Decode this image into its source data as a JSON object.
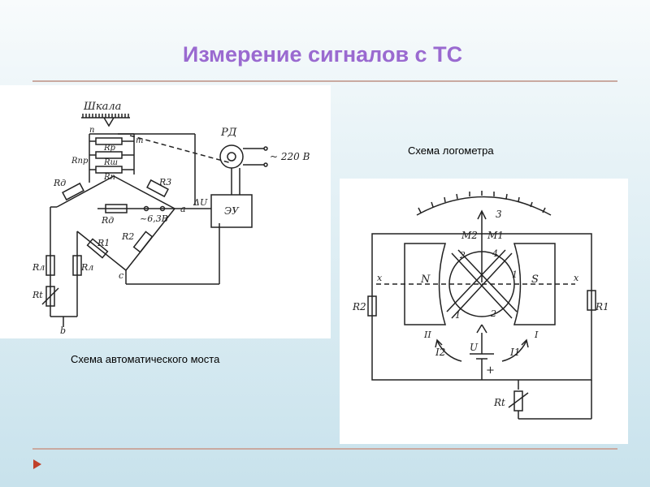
{
  "slide": {
    "title": "Измерение сигналов с ТС",
    "caption_logometer": "Схема логометра",
    "caption_bridge": "Схема автоматического моста"
  },
  "bridge_diagram": {
    "labels": {
      "scale": "Шкала",
      "rd": "РД",
      "voltage_220": "~ 220 В",
      "voltage_63": "~6,3В",
      "eu": "ЭУ",
      "du": "ΔU",
      "rpr": "Rпр",
      "rp_top": "Rр",
      "rsh": "Rш",
      "rp": "Rп",
      "rd_res": "Rд",
      "rd_mid": "Rд",
      "r3": "R3",
      "r1": "R1",
      "r2": "R2",
      "rl1": "Rл",
      "rl2": "Rл",
      "rt": "Rt",
      "node_a": "a",
      "node_b": "b",
      "node_c": "c",
      "node_n": "n",
      "node_m": "m"
    }
  },
  "logometer_diagram": {
    "labels": {
      "n": "N",
      "s": "S",
      "r1": "R1",
      "r2": "R2",
      "rt": "Rt",
      "m1": "M1",
      "m2": "M2",
      "i1": "I1",
      "i2": "I2",
      "u": "U",
      "plus": "+",
      "x_left": "x",
      "x_right": "x",
      "coil1": "I",
      "coil2": "II",
      "n1": "1",
      "n2": "2",
      "n3": "3",
      "n4": "4",
      "n1b": "1",
      "n2b": "2"
    }
  }
}
